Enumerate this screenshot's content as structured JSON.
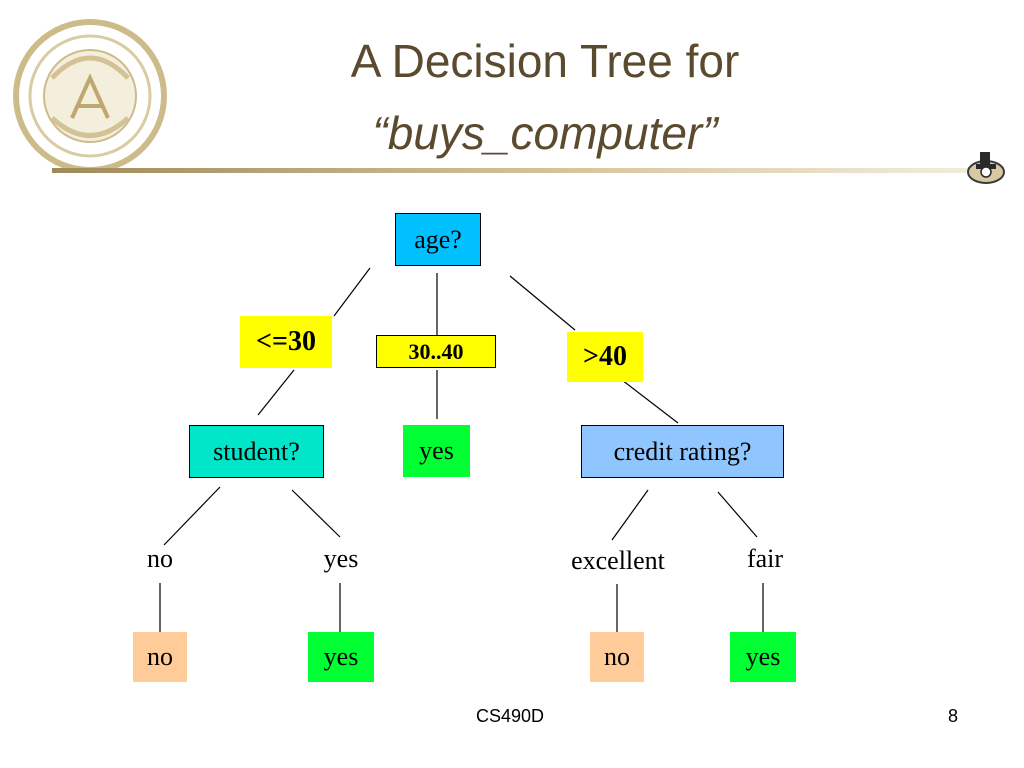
{
  "slide": {
    "title_line1": "A Decision Tree for",
    "title_line2": "“buys_computer”",
    "footer_course": "CS490D",
    "page_number": "8"
  },
  "tree": {
    "root": "age?",
    "branches": [
      "<=30",
      "30..40",
      ">40"
    ],
    "student_node": "student?",
    "mid_leaf": "yes",
    "credit_node": "credit rating?",
    "student_edges": [
      "no",
      "yes"
    ],
    "credit_edges": [
      "excellent",
      "fair"
    ],
    "leaves": [
      "no",
      "yes",
      "no",
      "yes"
    ]
  },
  "colors": {
    "root": "#00c0ff",
    "branch_label": "#ffff00",
    "student": "#00e6c8",
    "credit": "#8fc6ff",
    "leaf_yes": "#00ff33",
    "leaf_no": "#ffcc99",
    "title": "#5a4a2e"
  }
}
